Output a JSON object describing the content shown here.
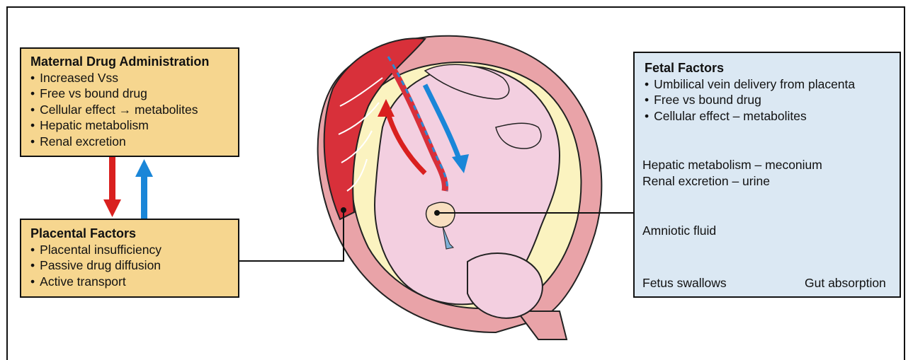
{
  "maternal": {
    "title": "Maternal Drug Administration",
    "items": [
      "Increased Vss",
      "Free vs bound drug",
      "Cellular effect → metabolites",
      "Hepatic metabolism",
      "Renal excretion"
    ]
  },
  "placental": {
    "title": "Placental Factors",
    "items": [
      "Placental insufficiency",
      "Passive drug diffusion",
      "Active transport"
    ]
  },
  "fetal": {
    "title": "Fetal Factors",
    "items": [
      "Umbilical vein delivery from placenta",
      "Free vs bound drug",
      "Cellular effect – metabolites"
    ],
    "hepatic": "Hepatic metabolism – meconium",
    "renal": "Renal excretion – urine",
    "amniotic": "Amniotic fluid",
    "swallows": "Fetus swallows",
    "gut": "Gut absorption"
  },
  "colors": {
    "maternal_box": "#f6d68f",
    "fetal_box": "#dbe8f3",
    "arrow_red": "#d9201f",
    "arrow_blue": "#1a86d8",
    "uterus_wall": "#e9a3a8",
    "placenta": "#d8303a",
    "fetus_skin": "#f3cfe0",
    "amniotic": "#fbf3c0"
  }
}
